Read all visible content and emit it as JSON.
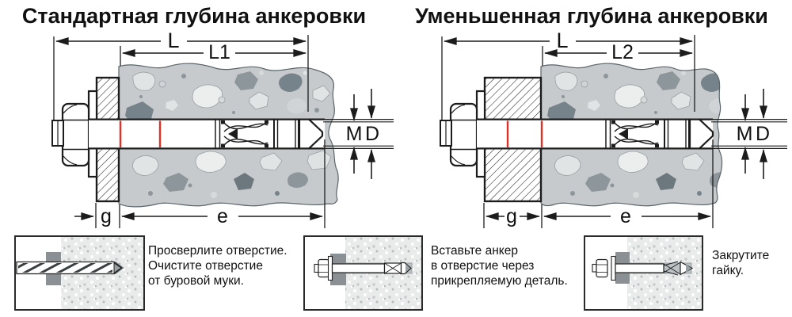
{
  "diagrams": [
    {
      "title": "Стандартная глубина анкеровки",
      "labels": {
        "length_total": "L",
        "length_anchor": "L1",
        "thread": "M",
        "drill_diameter": "D",
        "grip": "g",
        "embedment": "e"
      }
    },
    {
      "title": "Уменьшенная глубина анкеровки",
      "labels": {
        "length_total": "L",
        "length_anchor": "L2",
        "thread": "M",
        "drill_diameter": "D",
        "grip": "g",
        "embedment": "e"
      }
    }
  ],
  "steps": [
    {
      "lines": [
        "Просверлите отверстие.",
        "Очистите отверстие",
        "от буровой муки."
      ]
    },
    {
      "lines": [
        "Вставьте анкер",
        "в отверстие через",
        "прикрепляемую деталь."
      ]
    },
    {
      "lines": [
        "Закрутите",
        "гайку."
      ]
    }
  ],
  "colors": {
    "line": "#1c1c1c",
    "red_mark": "#e03127",
    "concrete_base": "#c6cacc",
    "concrete_box": "#e9ebeb",
    "plate_gray": "#8b9094"
  }
}
